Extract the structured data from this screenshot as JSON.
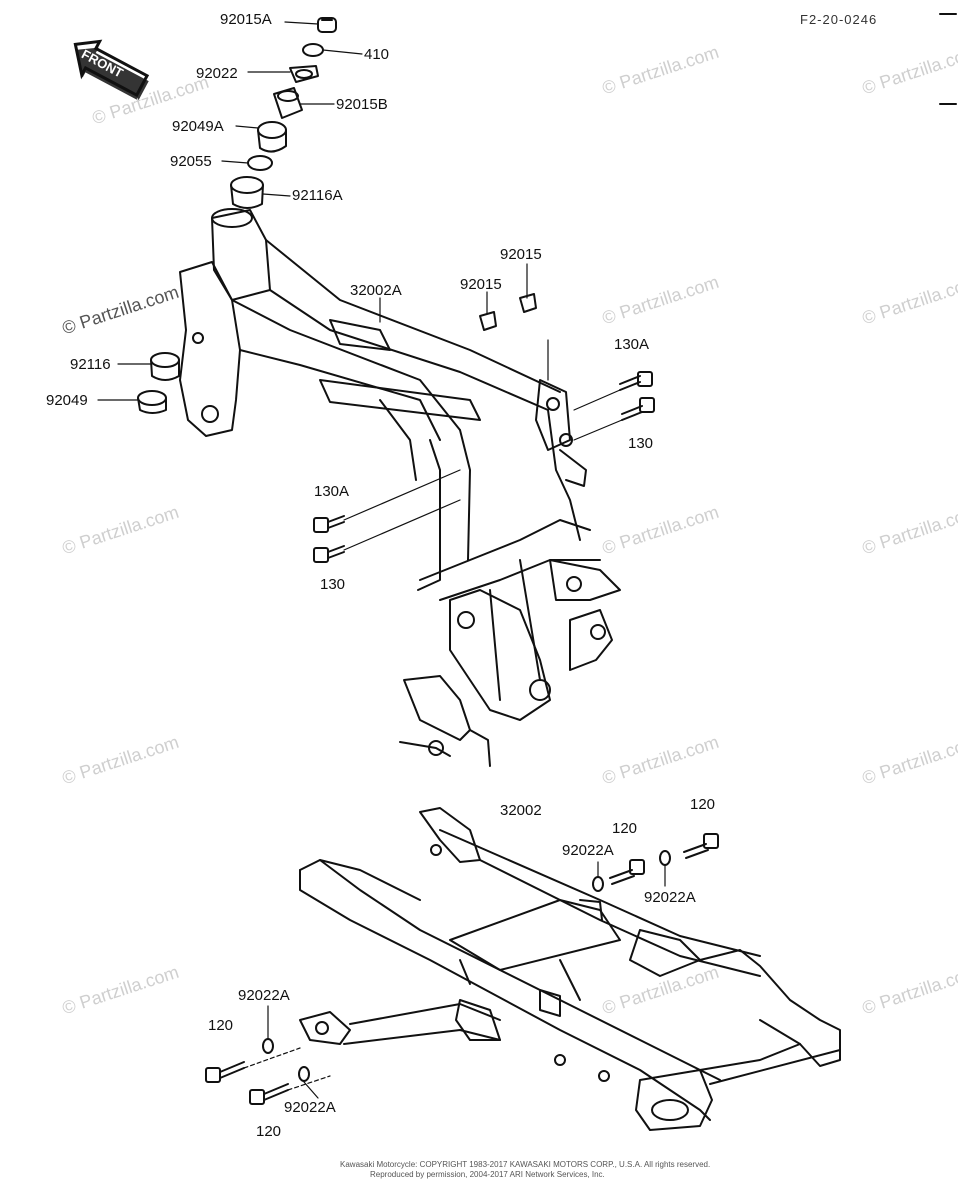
{
  "ref_code": "F2-20-0246",
  "front_label": "FRONT",
  "watermark": "© Partzilla.com",
  "copyright_lines": [
    "Kawasaki Motorcycle: COPYRIGHT 1983-2017 KAWASAKI MOTORS CORP., U.S.A. All rights reserved.",
    "Reproduced by permission, 2004-2017 ARI Network Services, Inc."
  ],
  "upper_labels": [
    "92015A",
    "410",
    "92022",
    "92015B",
    "92049A",
    "92055",
    "92116A",
    "32002A",
    "92015",
    "92015",
    "130A",
    "130",
    "92116",
    "92049",
    "130A",
    "130"
  ],
  "lower_labels": [
    "32002",
    "120",
    "120",
    "92022A",
    "92022A",
    "92022A",
    "120",
    "92022A",
    "120"
  ]
}
